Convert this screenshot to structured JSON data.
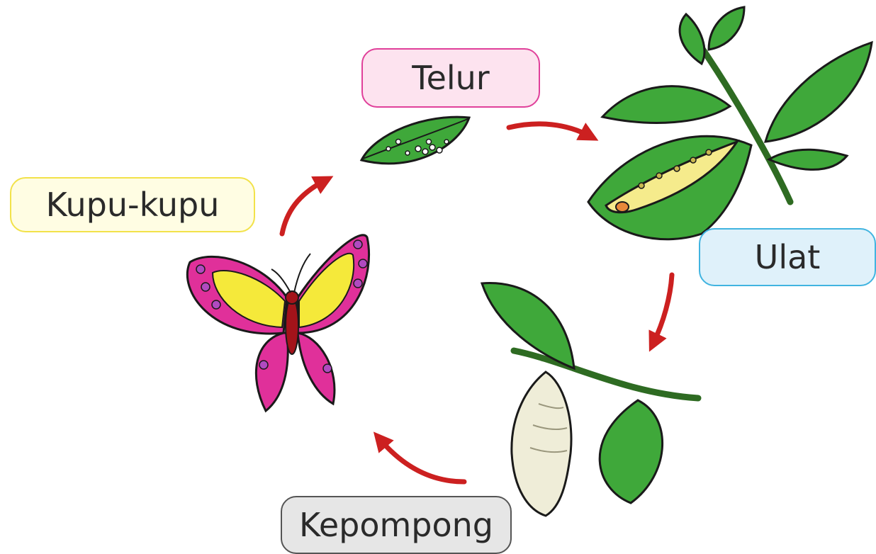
{
  "stages": {
    "egg": "Telur",
    "caterpillar": "Ulat",
    "pupa": "Kepompong",
    "butterfly": "Kupu-kupu"
  },
  "colors": {
    "arrow": "#cc2020",
    "leaf": "#3fa83a",
    "egg_border": "#e0409a",
    "caterpillar_border": "#41b4e0",
    "pupa_border": "#555555",
    "butterfly_border": "#f2e24a"
  }
}
